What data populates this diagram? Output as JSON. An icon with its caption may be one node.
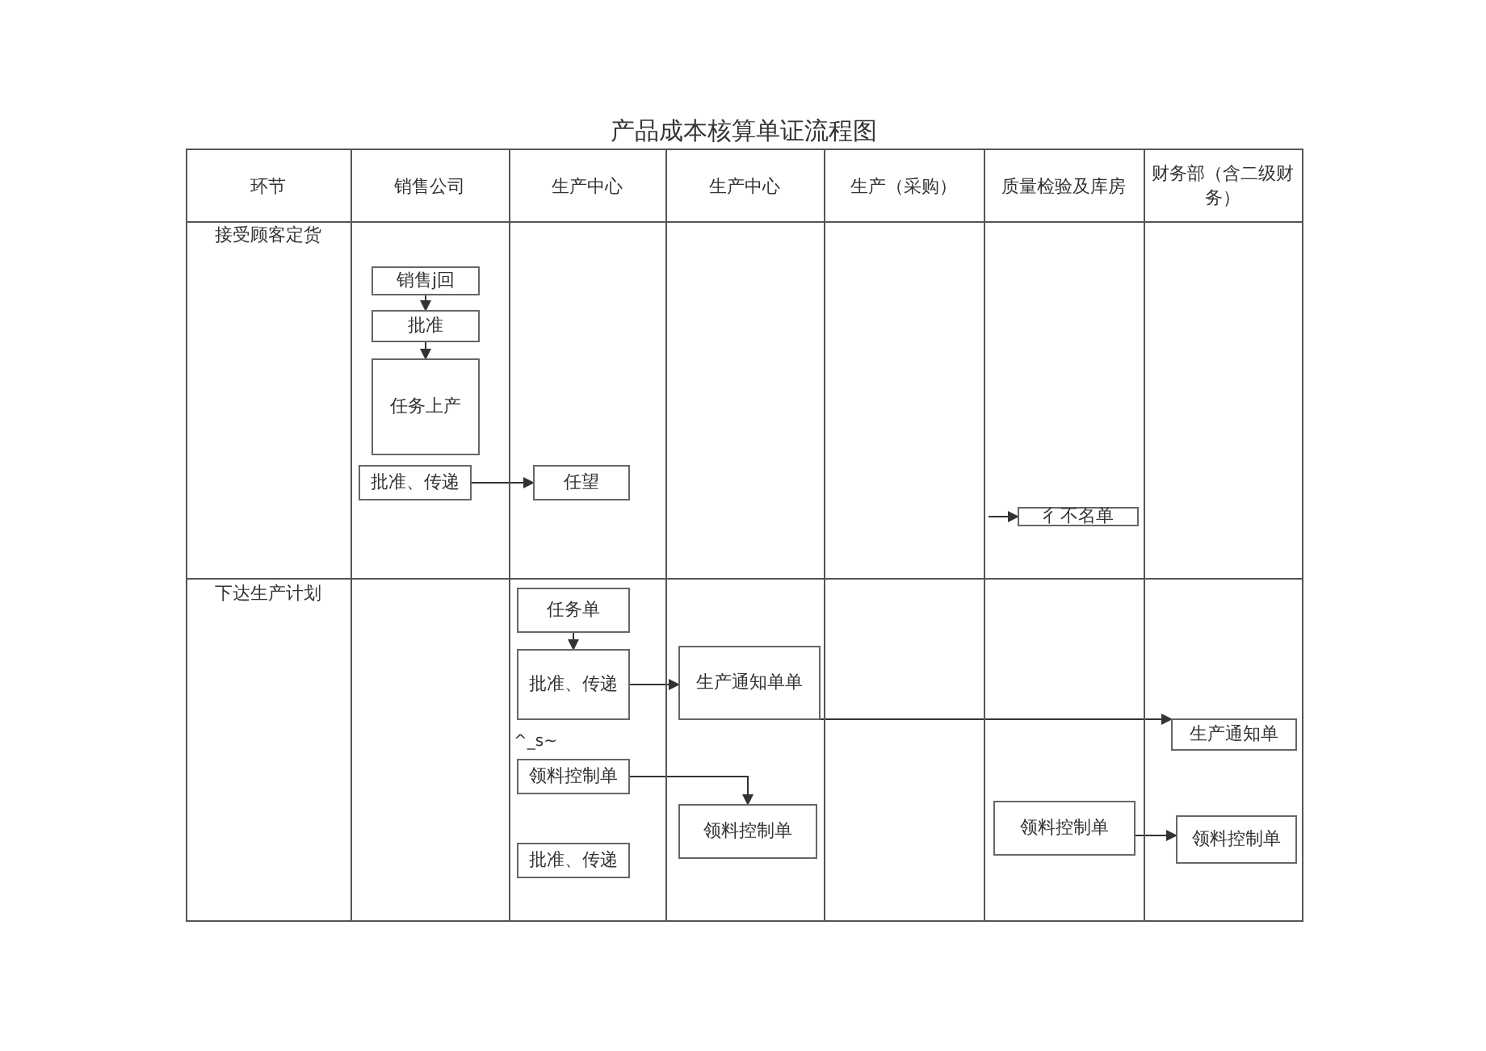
{
  "diagram": {
    "title": "产品成本核算单证流程图",
    "nodes": [
      {
        "text": [
          "销售j回"
        ]
      },
      {
        "text": [
          "批准"
        ]
      },
      {
        "text": [
          "任务上产"
        ]
      },
      {
        "text": [
          "批准、传递"
        ]
      },
      {
        "text": [
          "任望"
        ]
      },
      {
        "text": [
          "彳不名单"
        ]
      },
      {
        "text": [
          "任务单"
        ]
      },
      {
        "text": [
          "批准、传递"
        ]
      },
      {
        "text": [
          "生产通知单单"
        ]
      },
      {
        "text": [
          "领料控制单"
        ]
      },
      {
        "text": [
          "领料控制单"
        ]
      },
      {
        "text": [
          "领料控制单"
        ]
      },
      {
        "text": [
          "生产通知单"
        ]
      },
      {
        "text": [
          "领料控制单"
        ]
      },
      {
        "text": [
          "批准、传递"
        ]
      }
    ],
    "edges": [
      {
        "from": 0,
        "to": 1,
        "arrow": "to"
      },
      {
        "from": 1,
        "to": 2,
        "arrow": "to"
      },
      {
        "from": 3,
        "to": 4,
        "arrow": "to"
      },
      {
        "from": null,
        "to": 5,
        "arrow": "to"
      },
      {
        "from": 6,
        "to": 7,
        "arrow": "to"
      },
      {
        "from": 7,
        "to": 8,
        "arrow": "to"
      },
      {
        "from": 9,
        "to": 10,
        "arrow": "to"
      },
      {
        "from": 8,
        "to": 12,
        "arrow": "to"
      },
      {
        "from": 11,
        "to": 13,
        "arrow": "to"
      }
    ],
    "labels": [
      "环节",
      "销售公司",
      "生产中心",
      "生产中心",
      "生产（采购）",
      "质量检验及库房",
      "财务部（含二级财务）",
      "接受顾客定货",
      "下达生产计划",
      "^_s~"
    ]
  }
}
